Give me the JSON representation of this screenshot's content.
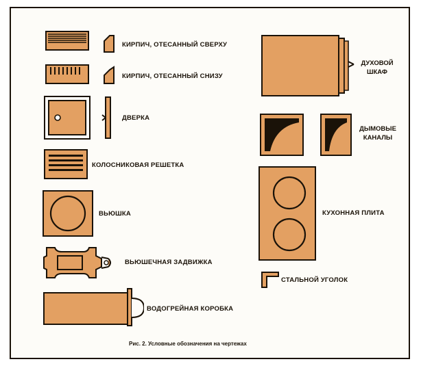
{
  "labels": {
    "brick_top": "КИРПИЧ, ОТЕСАННЫЙ СВЕРХУ",
    "brick_bottom": "КИРПИЧ, ОТЕСАННЫЙ СНИЗУ",
    "door": "ДВЕРКА",
    "grate": "КОЛОСНИКОВАЯ РЕШЕТКА",
    "damper": "ВЬЮШКА",
    "slide_damper": "ВЬЮШЕЧНАЯ ЗАДВИЖКА",
    "water_box": "ВОДОГРЕЙНАЯ КОРОБКА",
    "oven_line1": "ДУХОВОЙ",
    "oven_line2": "ШКАФ",
    "flues_line1": "ДЫМОВЫЕ",
    "flues_line2": "КАНАЛЫ",
    "stove": "КУХОННАЯ ПЛИТА",
    "angle": "СТАЛЬНОЙ УГОЛОК"
  },
  "caption": "Рис. 2. Условные обозначения на чертежах",
  "colors": {
    "fill": "#e3a062",
    "ink": "#1a1208",
    "paper": "#fdfcf8"
  }
}
